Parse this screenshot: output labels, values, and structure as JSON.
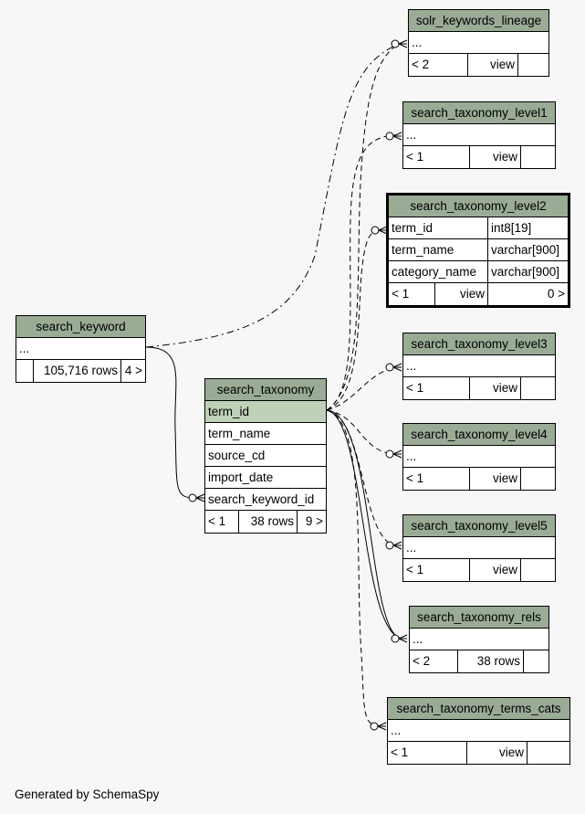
{
  "footer": "Generated by SchemaSpy",
  "tables": {
    "solr_keywords_lineage": {
      "name": "solr_keywords_lineage",
      "cols": [
        "..."
      ],
      "parents": "< 2",
      "rows": "",
      "children": "view"
    },
    "search_taxonomy_level1": {
      "name": "search_taxonomy_level1",
      "cols": [
        "..."
      ],
      "parents": "< 1",
      "children": "view"
    },
    "search_taxonomy_level2": {
      "name": "search_taxonomy_level2",
      "columns": [
        {
          "name": "term_id",
          "type": "int8[19]"
        },
        {
          "name": "term_name",
          "type": "varchar[900]"
        },
        {
          "name": "category_name",
          "type": "varchar[900]"
        }
      ],
      "parents": "< 1",
      "rows": "view",
      "children": "0 >"
    },
    "search_taxonomy_level3": {
      "name": "search_taxonomy_level3",
      "cols": [
        "..."
      ],
      "parents": "< 1",
      "children": "view"
    },
    "search_taxonomy_level4": {
      "name": "search_taxonomy_level4",
      "cols": [
        "..."
      ],
      "parents": "< 1",
      "children": "view"
    },
    "search_taxonomy_level5": {
      "name": "search_taxonomy_level5",
      "cols": [
        "..."
      ],
      "parents": "< 1",
      "children": "view"
    },
    "search_taxonomy_rels": {
      "name": "search_taxonomy_rels",
      "cols": [
        "..."
      ],
      "parents": "< 2",
      "rows": "38 rows"
    },
    "search_taxonomy_terms_cats": {
      "name": "search_taxonomy_terms_cats",
      "cols": [
        "..."
      ],
      "parents": "< 1",
      "children": "view"
    },
    "search_keyword": {
      "name": "search_keyword",
      "cols": [
        "..."
      ],
      "rows": "105,716 rows",
      "children": "4 >"
    },
    "search_taxonomy": {
      "name": "search_taxonomy",
      "columns": [
        "term_id",
        "term_name",
        "source_cd",
        "import_date",
        "search_keyword_id"
      ],
      "parents": "< 1",
      "rows": "38 rows",
      "children": "9 >"
    }
  }
}
